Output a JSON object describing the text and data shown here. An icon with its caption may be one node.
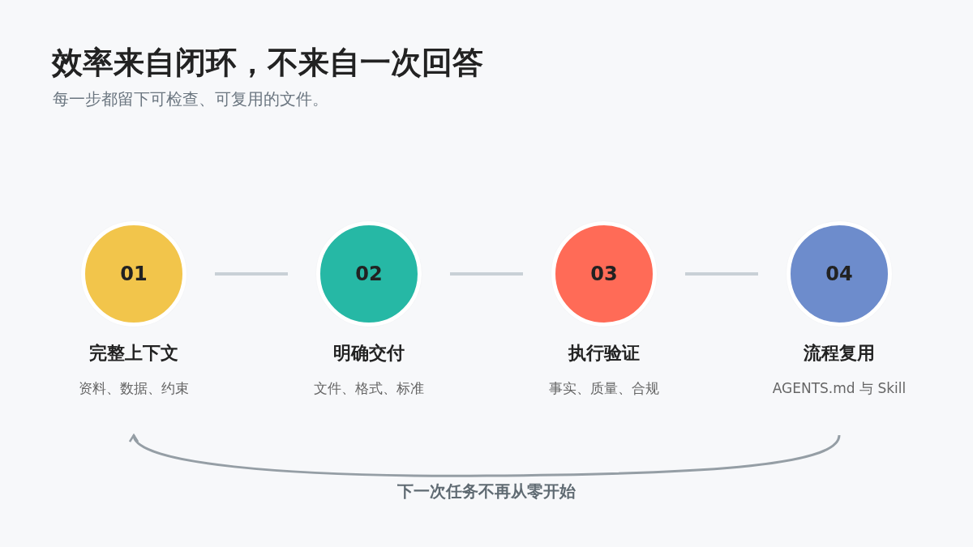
{
  "diagram": {
    "title": "效率来自闭环，不来自一次回答",
    "nodes": [
      {
        "text": [
          "01"
        ],
        "beside": [
          "完整上下文",
          "资料、数据、约束"
        ]
      },
      {
        "text": [
          "02"
        ],
        "beside": [
          "明确交付",
          "文件、格式、标准"
        ]
      },
      {
        "text": [
          "03"
        ],
        "beside": [
          "执行验证",
          "事实、质量、合规"
        ]
      },
      {
        "text": [
          "04"
        ],
        "beside": [
          "流程复用",
          "AGENTS.md 与 Skill"
        ]
      }
    ],
    "edges": [
      {
        "from": 0,
        "to": 1,
        "arrow": "none"
      },
      {
        "from": 1,
        "to": 2,
        "arrow": "none"
      },
      {
        "from": 2,
        "to": 3,
        "arrow": "none"
      },
      {
        "from": 3,
        "to": 0,
        "arrow": "to",
        "label": "下一次任务不再从零开始",
        "color": "#959ea5"
      }
    ],
    "labels": [
      "每一步都留下可检查、可复用的文件。"
    ]
  }
}
